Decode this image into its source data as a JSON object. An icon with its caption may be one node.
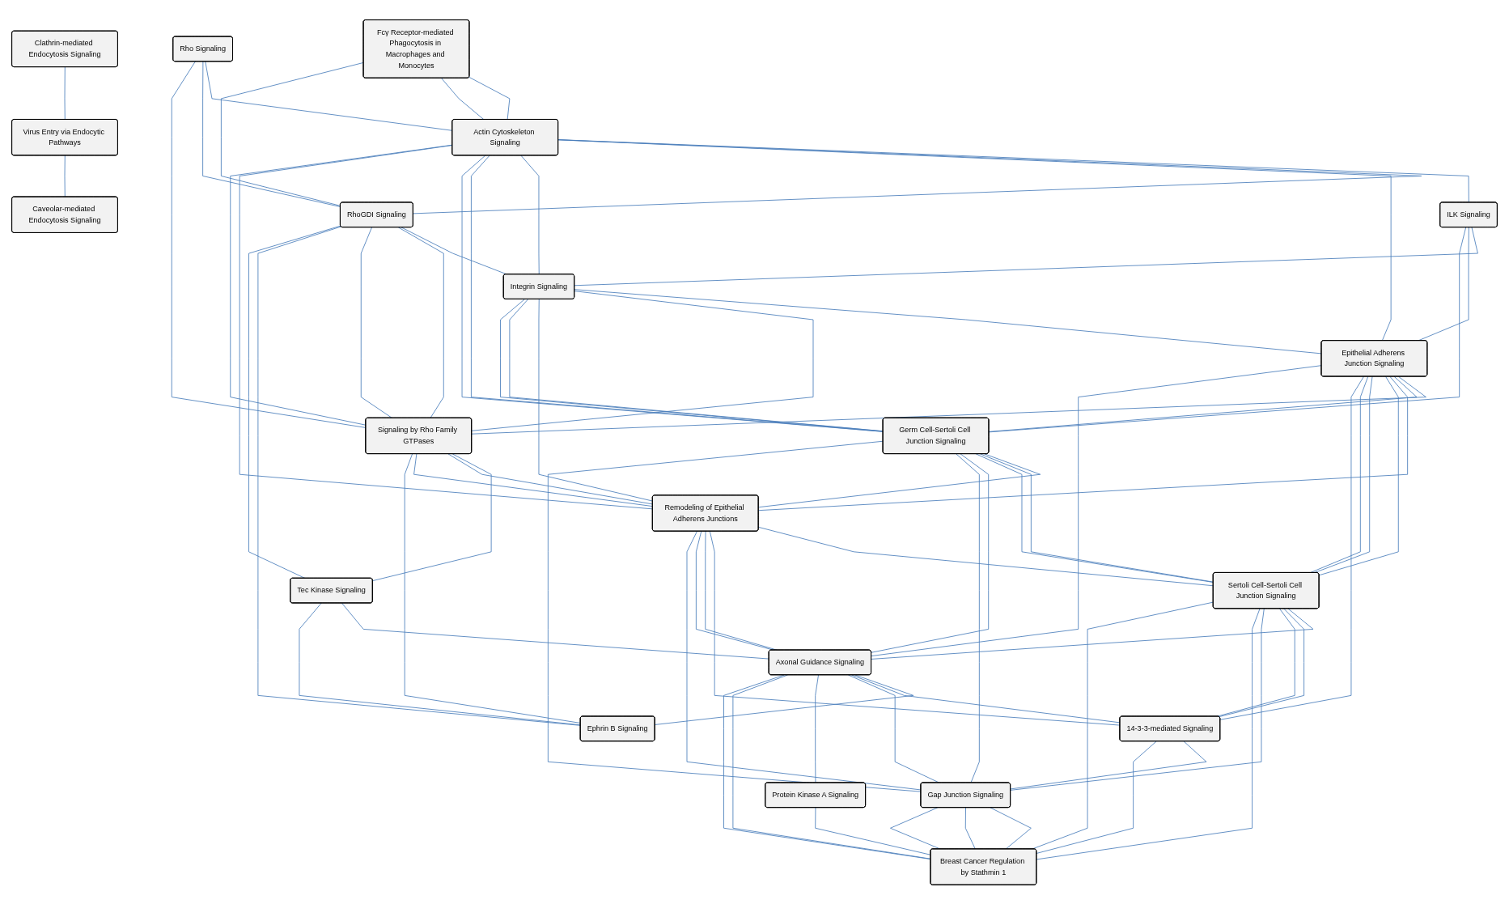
{
  "diagram": {
    "nodes": [
      {
        "text": [
          "Fcγ Receptor-mediated Phagocytosis in Macrophages and Monocytes"
        ]
      },
      {
        "text": [
          "Rho Signaling"
        ]
      },
      {
        "text": [
          "Clathrin-mediated Endocytosis Signaling"
        ]
      },
      {
        "text": [
          "Actin Cytoskeleton Signaling"
        ]
      },
      {
        "text": [
          "ILK Signaling"
        ]
      },
      {
        "text": [
          "Virus Entry via Endocytic Pathways"
        ]
      },
      {
        "text": [
          "RhoGDI Signaling"
        ]
      },
      {
        "text": [
          "Integrin Signaling"
        ]
      },
      {
        "text": [
          "Epithelial Adherens Junction Signaling"
        ]
      },
      {
        "text": [
          "Caveolar-mediated Endocytosis Signaling"
        ]
      },
      {
        "text": [
          "Signaling by Rho Family GTPases"
        ]
      },
      {
        "text": [
          "Germ Cell-Sertoli Cell Junction Signaling"
        ]
      },
      {
        "text": [
          "Tec Kinase Signaling"
        ]
      },
      {
        "text": [
          "Remodeling of Epithelial Adherens Junctions"
        ]
      },
      {
        "text": [
          "Sertoli Cell-Sertoli Cell Junction Signaling"
        ]
      },
      {
        "text": [
          "Axonal Guidance Signaling"
        ]
      },
      {
        "text": [
          "Ephrin B Signaling"
        ]
      },
      {
        "text": [
          "14-3-3-mediated Signaling"
        ]
      },
      {
        "text": [
          "Gap Junction Signaling"
        ]
      },
      {
        "text": [
          "Protein Kinase A Signaling"
        ]
      },
      {
        "text": [
          "Breast Cancer Regulation by Stathmin 1"
        ]
      }
    ],
    "edges": [
      {
        "from": 0,
        "to": 3,
        "arrow": "none"
      },
      {
        "from": 0,
        "to": 3,
        "arrow": "none"
      },
      {
        "from": 0,
        "to": 6,
        "arrow": "none"
      },
      {
        "from": 1,
        "to": 3,
        "arrow": "none"
      },
      {
        "from": 1,
        "to": 6,
        "arrow": "none"
      },
      {
        "from": 1,
        "to": 10,
        "arrow": "none"
      },
      {
        "from": 2,
        "to": 5,
        "arrow": "none"
      },
      {
        "from": 3,
        "to": 4,
        "arrow": "none"
      },
      {
        "from": 3,
        "to": 6,
        "arrow": "none"
      },
      {
        "from": 3,
        "to": 8,
        "arrow": "none"
      },
      {
        "from": 3,
        "to": 7,
        "arrow": "none"
      },
      {
        "from": 3,
        "to": 11,
        "arrow": "none"
      },
      {
        "from": 3,
        "to": 11,
        "arrow": "none"
      },
      {
        "from": 3,
        "to": 13,
        "arrow": "none"
      },
      {
        "from": 3,
        "to": 10,
        "arrow": "none"
      },
      {
        "from": 4,
        "to": 7,
        "arrow": "none"
      },
      {
        "from": 4,
        "to": 8,
        "arrow": "none"
      },
      {
        "from": 4,
        "to": 11,
        "arrow": "none"
      },
      {
        "from": 5,
        "to": 9,
        "arrow": "none"
      },
      {
        "from": 6,
        "to": 7,
        "arrow": "none"
      },
      {
        "from": 6,
        "to": 10,
        "arrow": "none"
      },
      {
        "from": 6,
        "to": 10,
        "arrow": "none"
      },
      {
        "from": 6,
        "to": 16,
        "arrow": "none"
      },
      {
        "from": 6,
        "to": 12,
        "arrow": "none"
      },
      {
        "from": 7,
        "to": 8,
        "arrow": "none"
      },
      {
        "from": 7,
        "to": 10,
        "arrow": "none"
      },
      {
        "from": 7,
        "to": 13,
        "arrow": "none"
      },
      {
        "from": 7,
        "to": 11,
        "arrow": "none"
      },
      {
        "from": 7,
        "to": 11,
        "arrow": "none"
      },
      {
        "from": 8,
        "to": 10,
        "arrow": "none"
      },
      {
        "from": 8,
        "to": 11,
        "arrow": "none"
      },
      {
        "from": 8,
        "to": 13,
        "arrow": "none"
      },
      {
        "from": 8,
        "to": 14,
        "arrow": "none"
      },
      {
        "from": 8,
        "to": 14,
        "arrow": "none"
      },
      {
        "from": 8,
        "to": 14,
        "arrow": "none"
      },
      {
        "from": 8,
        "to": 17,
        "arrow": "none"
      },
      {
        "from": 8,
        "to": 15,
        "arrow": "none"
      },
      {
        "from": 10,
        "to": 12,
        "arrow": "none"
      },
      {
        "from": 10,
        "to": 13,
        "arrow": "none"
      },
      {
        "from": 10,
        "to": 13,
        "arrow": "none"
      },
      {
        "from": 10,
        "to": 16,
        "arrow": "none"
      },
      {
        "from": 11,
        "to": 13,
        "arrow": "none"
      },
      {
        "from": 11,
        "to": 14,
        "arrow": "none"
      },
      {
        "from": 11,
        "to": 14,
        "arrow": "none"
      },
      {
        "from": 11,
        "to": 15,
        "arrow": "none"
      },
      {
        "from": 11,
        "to": 18,
        "arrow": "none"
      },
      {
        "from": 11,
        "to": 18,
        "arrow": "none"
      },
      {
        "from": 12,
        "to": 15,
        "arrow": "none"
      },
      {
        "from": 12,
        "to": 16,
        "arrow": "none"
      },
      {
        "from": 13,
        "to": 14,
        "arrow": "none"
      },
      {
        "from": 13,
        "to": 17,
        "arrow": "none"
      },
      {
        "from": 13,
        "to": 15,
        "arrow": "none"
      },
      {
        "from": 13,
        "to": 15,
        "arrow": "none"
      },
      {
        "from": 13,
        "to": 18,
        "arrow": "none"
      },
      {
        "from": 14,
        "to": 15,
        "arrow": "none"
      },
      {
        "from": 14,
        "to": 17,
        "arrow": "none"
      },
      {
        "from": 14,
        "to": 17,
        "arrow": "none"
      },
      {
        "from": 14,
        "to": 18,
        "arrow": "none"
      },
      {
        "from": 14,
        "to": 20,
        "arrow": "none"
      },
      {
        "from": 14,
        "to": 20,
        "arrow": "none"
      },
      {
        "from": 15,
        "to": 16,
        "arrow": "none"
      },
      {
        "from": 15,
        "to": 17,
        "arrow": "none"
      },
      {
        "from": 15,
        "to": 18,
        "arrow": "none"
      },
      {
        "from": 15,
        "to": 19,
        "arrow": "none"
      },
      {
        "from": 15,
        "to": 20,
        "arrow": "none"
      },
      {
        "from": 15,
        "to": 20,
        "arrow": "none"
      },
      {
        "from": 17,
        "to": 18,
        "arrow": "none"
      },
      {
        "from": 17,
        "to": 20,
        "arrow": "none"
      },
      {
        "from": 19,
        "to": 20,
        "arrow": "none"
      },
      {
        "from": 18,
        "to": 20,
        "arrow": "none"
      },
      {
        "from": 18,
        "to": 20,
        "arrow": "none"
      },
      {
        "from": 18,
        "to": 20,
        "arrow": "none"
      }
    ]
  }
}
